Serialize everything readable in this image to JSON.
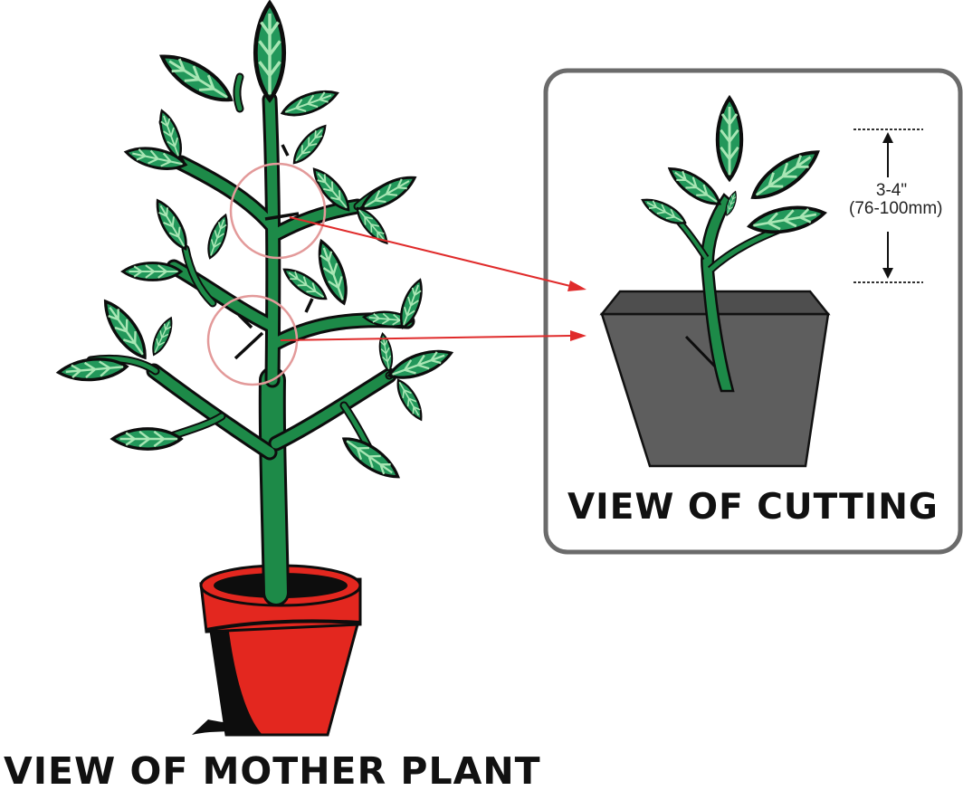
{
  "labels": {
    "mother_plant": "VIEW OF MOTHER PLANT",
    "cutting": "VIEW OF CUTTING",
    "measure_inches": "3-4\"",
    "measure_mm": "(76-100mm)"
  },
  "colors": {
    "stem": "#1d8a48",
    "leaf": "#22975a",
    "leaf_vein": "#a8e6b4",
    "outline": "#0d0d0d",
    "pot_red": "#e3271f",
    "cutting_pot": "#5e5e5e",
    "cut_circle": "#e39a9a",
    "arrow": "#e02b2b",
    "frame": "#6b6b6b"
  }
}
